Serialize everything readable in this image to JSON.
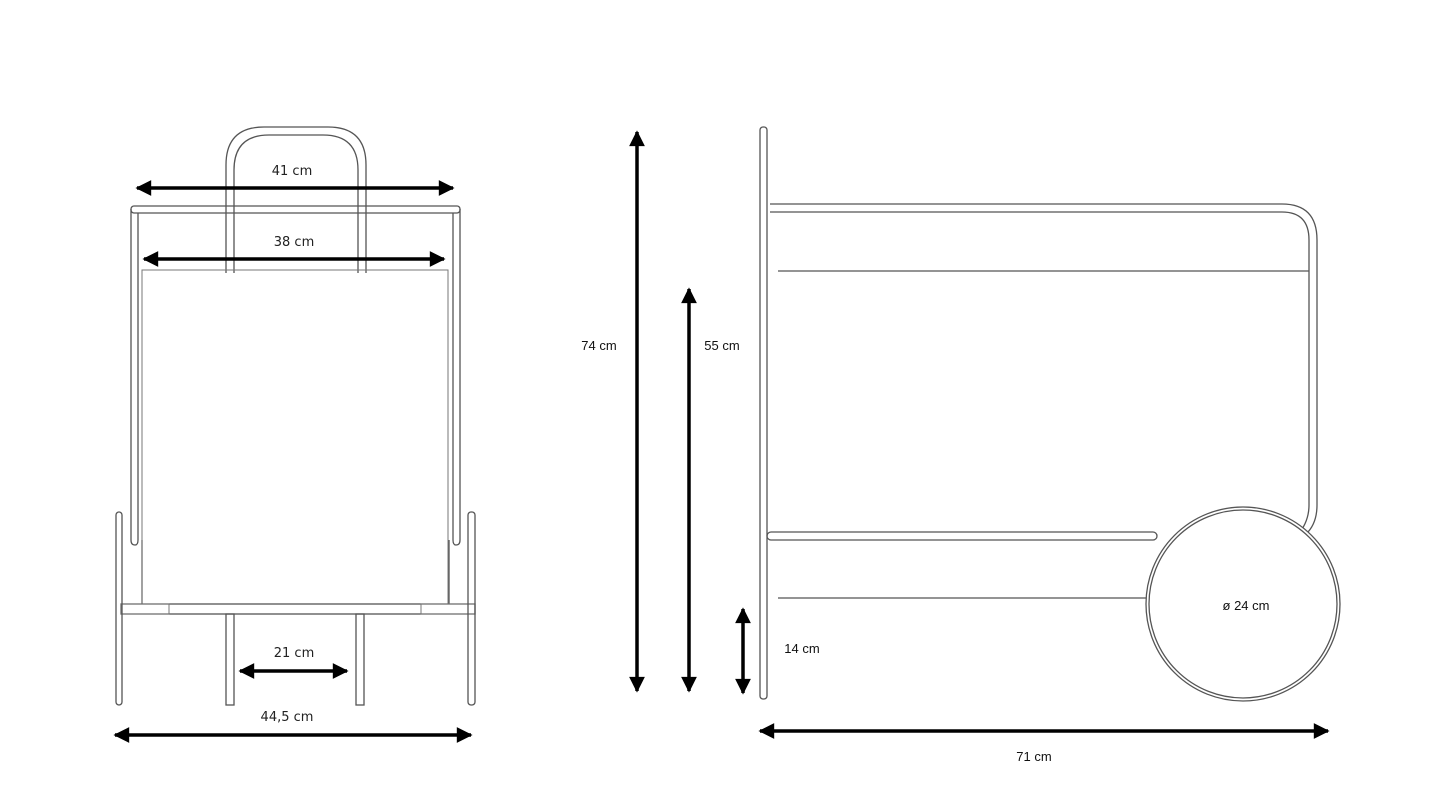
{
  "front_view": {
    "dimensions": {
      "top_width": "41 cm",
      "inner_width": "38 cm",
      "leg_spacing": "21 cm",
      "total_width": "44,5 cm"
    }
  },
  "side_view": {
    "dimensions": {
      "total_height": "74 cm",
      "handle_height": "55 cm",
      "bottom_clearance": "14 cm",
      "total_length": "71 cm",
      "wheel_diameter": "ø 24 cm"
    }
  },
  "colors": {
    "line": "#555555",
    "dimension_arrow": "#000000"
  }
}
